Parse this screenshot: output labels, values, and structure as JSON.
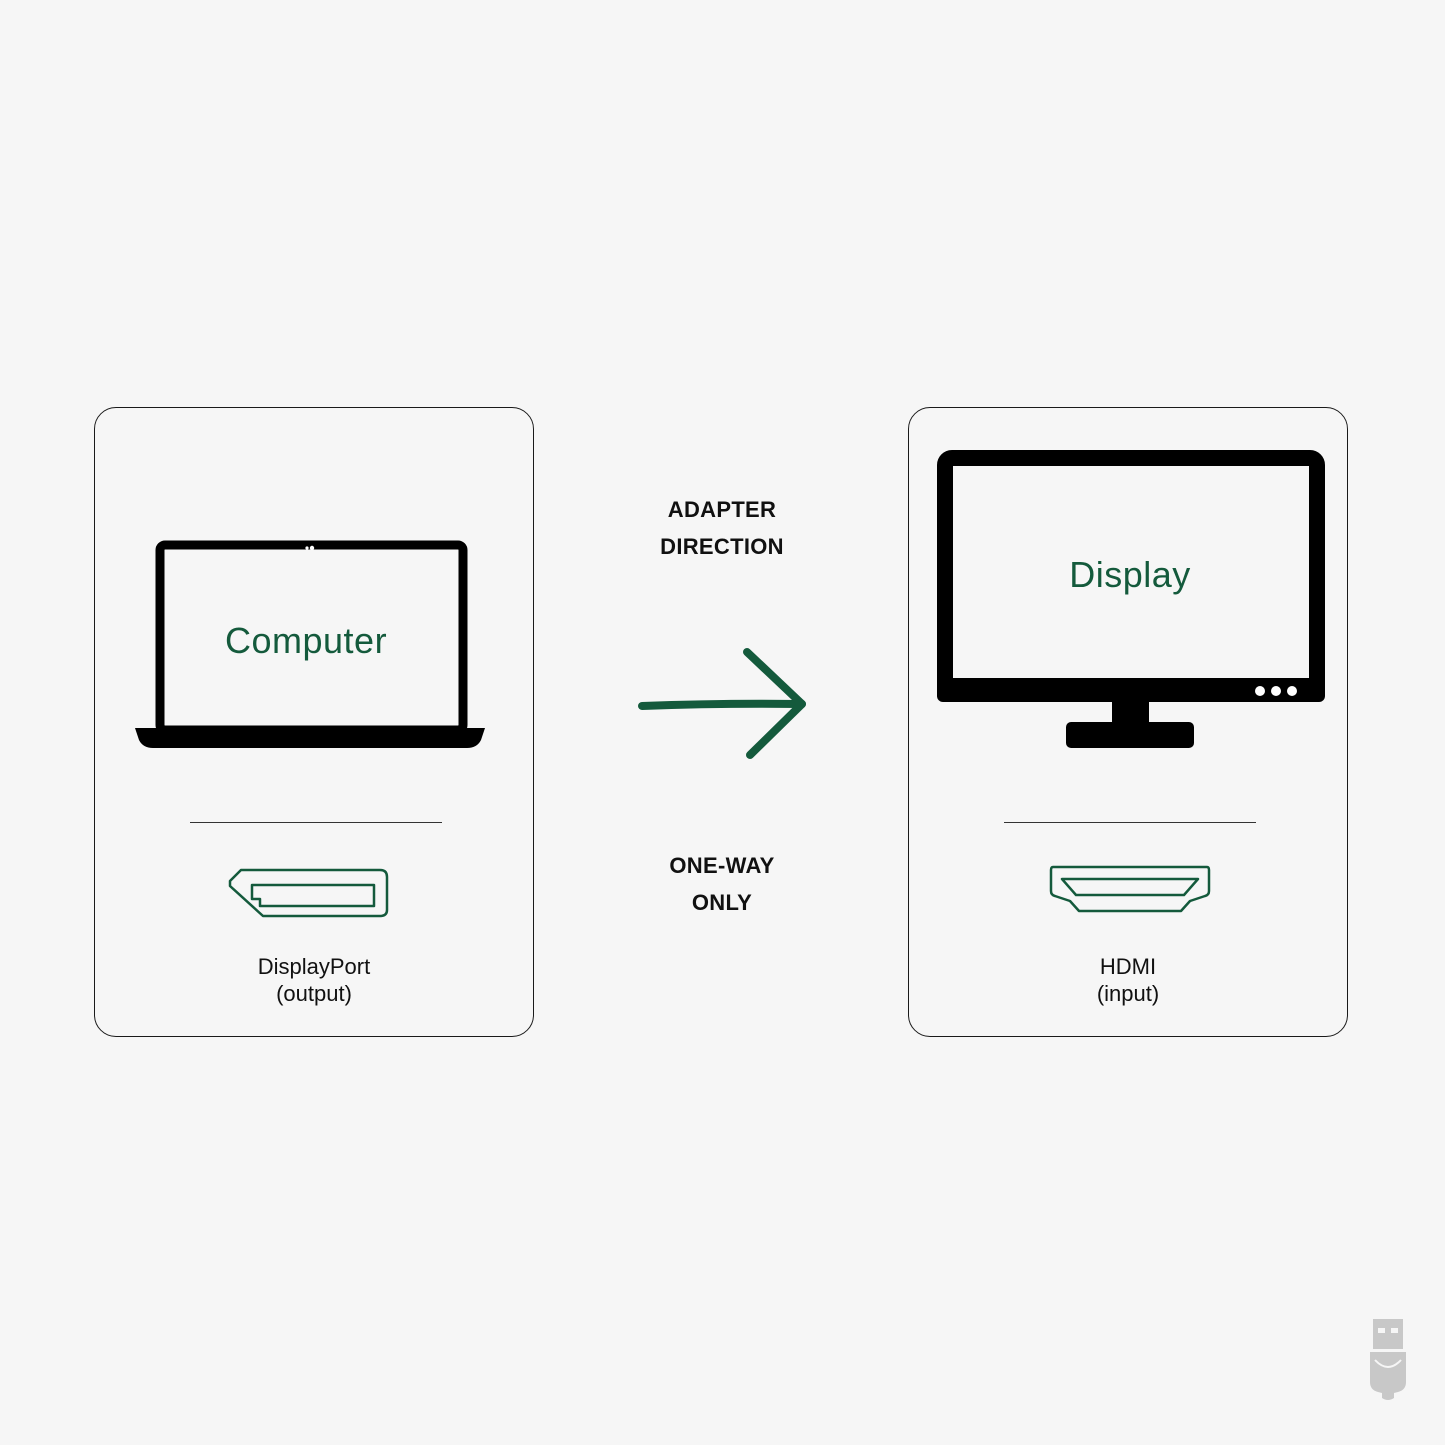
{
  "colors": {
    "accent": "#145a3c",
    "background": "#f6f6f6",
    "ink": "#111111"
  },
  "source": {
    "device_label": "Computer",
    "device_icon": "laptop-icon",
    "port_icon": "displayport-icon",
    "port_name": "DisplayPort",
    "port_direction": "(output)"
  },
  "center": {
    "top_line1": "ADAPTER",
    "top_line2": "DIRECTION",
    "arrow_icon": "arrow-right-icon",
    "bottom_line1": "ONE-WAY",
    "bottom_line2": "ONLY"
  },
  "target": {
    "device_label": "Display",
    "device_icon": "monitor-icon",
    "port_icon": "hdmi-icon",
    "port_name": "HDMI",
    "port_direction": "(input)"
  },
  "watermark_icon": "usb-plug-icon"
}
